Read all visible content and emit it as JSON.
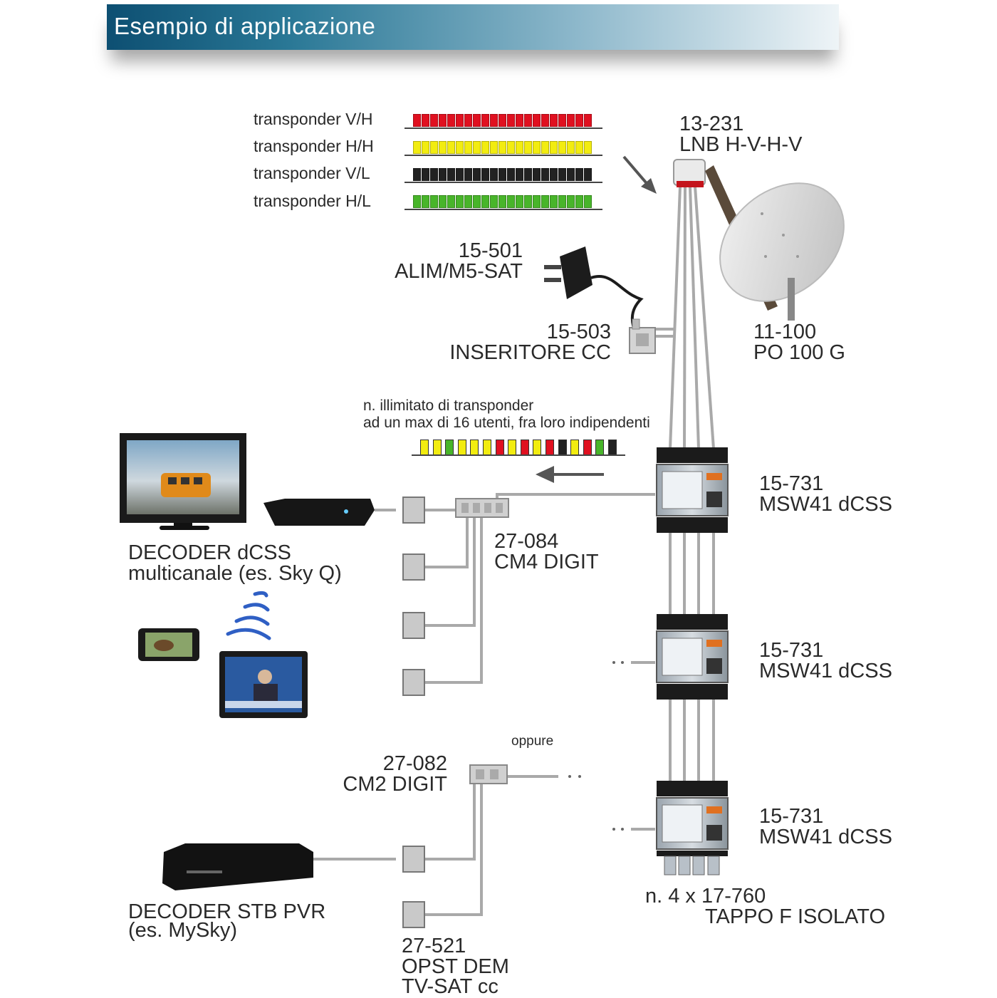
{
  "header": {
    "title": "Esempio di applicazione"
  },
  "transponders": [
    {
      "label": "transponder V/H",
      "color": "#e01020"
    },
    {
      "label": "transponder H/H",
      "color": "#f2ec10"
    },
    {
      "label": "transponder V/L",
      "color": "#222222"
    },
    {
      "label": "transponder H/L",
      "color": "#48b52a"
    }
  ],
  "components": {
    "lnb": {
      "code": "13-231",
      "name": "LNB H-V-H-V"
    },
    "psu": {
      "code": "15-501",
      "name": "ALIM/M5-SAT"
    },
    "inserter": {
      "code": "15-503",
      "name": "INSERITORE CC"
    },
    "dish": {
      "code": "11-100",
      "name": "PO 100 G"
    },
    "msw1": {
      "code": "15-731",
      "name": "MSW41 dCSS"
    },
    "msw2": {
      "code": "15-731",
      "name": "MSW41 dCSS"
    },
    "msw3": {
      "code": "15-731",
      "name": "MSW41 dCSS"
    },
    "cm4": {
      "code": "27-084",
      "name": "CM4 DIGIT"
    },
    "cm2": {
      "code": "27-082",
      "name": "CM2 DIGIT"
    },
    "caps": {
      "code": "n. 4 x 17-760",
      "name": "TAPPO F ISOLATO"
    },
    "opst": {
      "code": "27-521",
      "line2": "OPST DEM",
      "line3": "TV-SAT cc"
    },
    "decoder_dcss": {
      "line1": "DECODER dCSS",
      "line2": "multicanale (es. Sky Q)"
    },
    "decoder_pvr": {
      "line1": "DECODER STB PVR",
      "line2": "(es. MySky)"
    }
  },
  "notes": {
    "unlimited_line1": "n. illimitato di transponder",
    "unlimited_line2": "ad un max di 16 utenti, fra loro indipendenti",
    "oppure": "oppure",
    "mix_colors": [
      "#f2ec10",
      "#f2ec10",
      "#48b52a",
      "#f2ec10",
      "#f2ec10",
      "#f2ec10",
      "#e01020",
      "#f2ec10",
      "#e01020",
      "#f2ec10",
      "#e01020",
      "#222222",
      "#f2ec10",
      "#e01020",
      "#48b52a",
      "#222222"
    ]
  }
}
